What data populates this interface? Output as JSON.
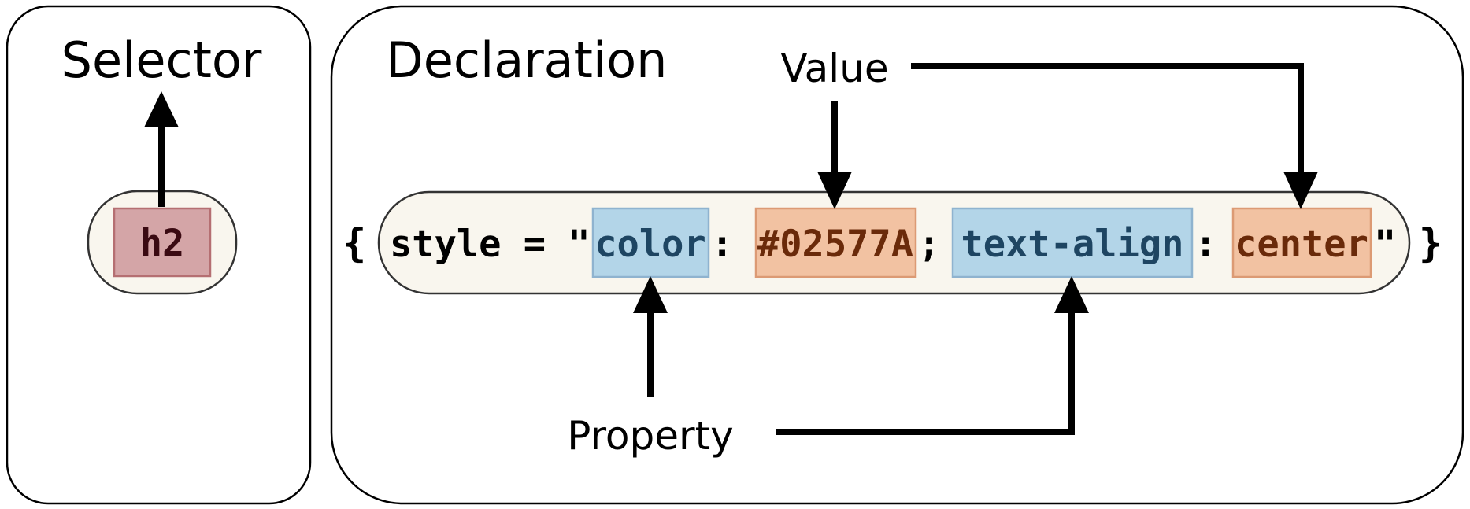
{
  "selector_panel": {
    "heading": "Selector",
    "token": "h2"
  },
  "declaration_panel": {
    "heading": "Declaration",
    "value_label": "Value",
    "property_label": "Property",
    "open_brace": "{",
    "close_brace": "}",
    "code": {
      "prefix": "style = \"",
      "property_1": "color",
      "sep_1": ":",
      "value_1": "#02577A",
      "sep_2": ";",
      "property_2": "text-align",
      "sep_3": ":",
      "value_2": "center",
      "suffix": "\""
    }
  },
  "colors": {
    "selector_highlight": "#d4a5a7",
    "property_highlight": "#b3d5e8",
    "value_highlight": "#f2c2a2",
    "pill_background": "#f9f6ee"
  }
}
